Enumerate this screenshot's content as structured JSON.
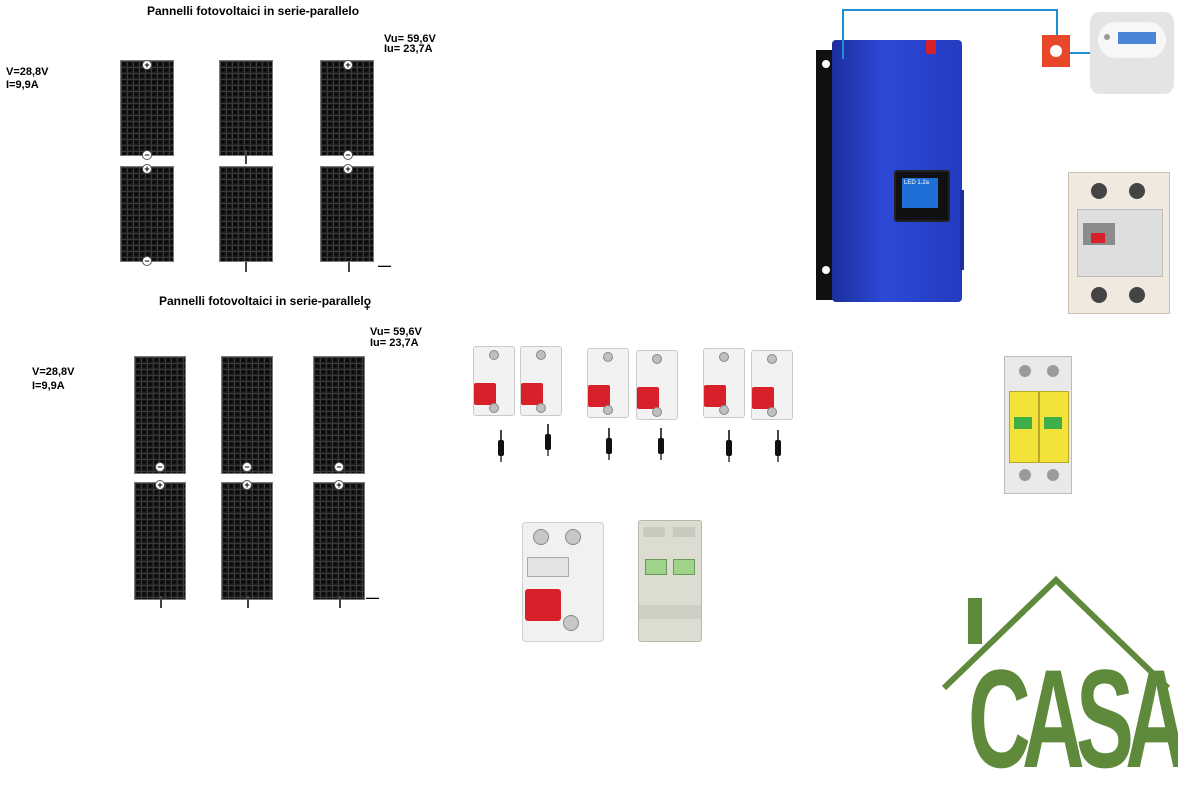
{
  "diagram": {
    "array_top": {
      "title": "Pannelli fotovoltaici in serie-parallelo",
      "panel_voltage": "V=28,8V",
      "panel_current": "I=9,9A",
      "output_voltage": "Vu= 59,6V",
      "output_current": "Iu= 23,7A",
      "minus_sign": "—"
    },
    "array_bottom": {
      "title": "Pannelli fotovoltaici in serie-parallelo",
      "plus_sign": "+",
      "panel_voltage": "V=28,8V",
      "panel_current": "I=9,9A",
      "output_voltage": "Vu= 59,6V",
      "output_current": "Iu= 23,7A",
      "minus_sign": "—"
    },
    "inverter": {
      "display_text": "LED 1.2a"
    },
    "logo": {
      "text": "CASA",
      "color": "#5f8a3c"
    },
    "colors": {
      "wire_blue": "#1e8fd6",
      "meter_red": "#e8472a",
      "breaker_red": "#d8202a",
      "inverter_blue": "#2c49d6"
    }
  }
}
